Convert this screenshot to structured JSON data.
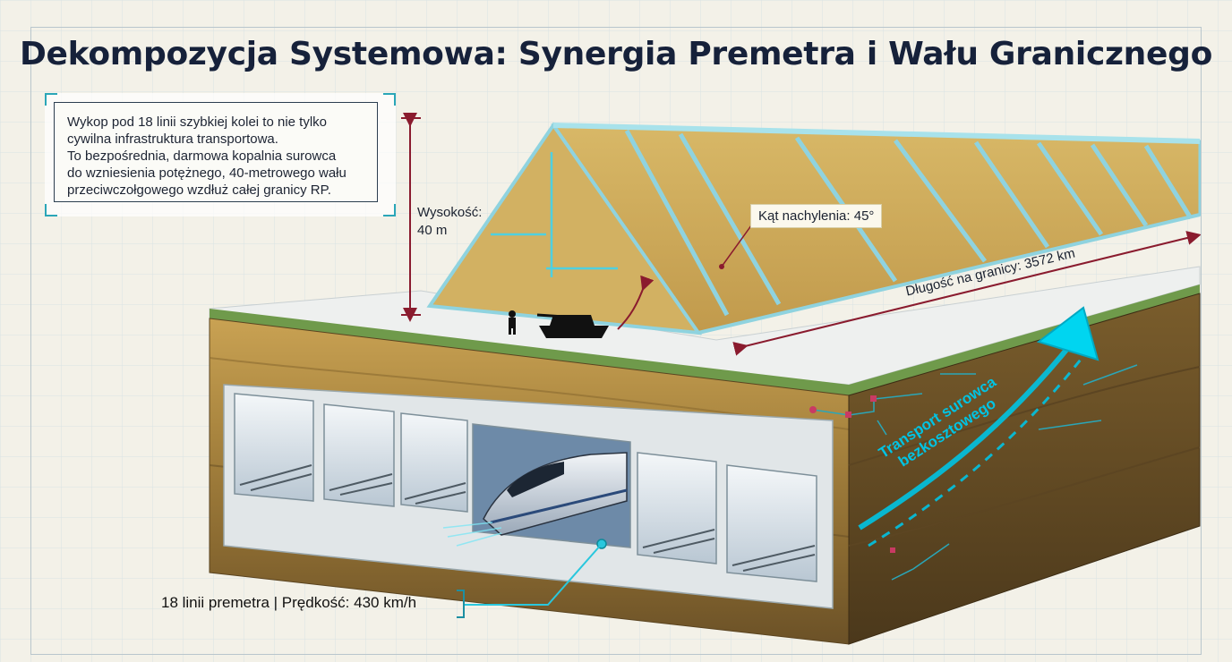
{
  "title": "Dekompozycja Systemowa: Synergia Premetra i Wału Granicznego",
  "intro_lines": [
    "Wykop pod 18 linii szybkiej kolei to nie tylko",
    "cywilna infrastruktura transportowa.",
    "To bezpośrednia, darmowa kopalnia surowca",
    "do wzniesienia potężnego, 40-metrowego wału",
    "przeciwczołgowego wzdłuż całej granicy RP."
  ],
  "height_label": [
    "Wysokość:",
    "40 m"
  ],
  "angle_label": "Kąt nachylenia: 45°",
  "length_label": "Długość na granicy: 3572 km",
  "transport_label": [
    "Transport surowca",
    "bezkosztowego"
  ],
  "rail_label": "18 linii premetra | Prędkość: 430 km/h",
  "colors": {
    "title": "#16213a",
    "soil_top": "#c9a253",
    "soil_mid": "#9a7a3a",
    "soil_dark": "#6b5127",
    "grass": "#6f9a4b",
    "concrete": "#dde3e6",
    "glass_frame": "#8fd3df",
    "accent_cyan": "#00c3e3",
    "dimension_red": "#8a1b2e"
  },
  "icons": [
    "tank-silhouette-icon",
    "soldier-silhouette-icon",
    "train-icon",
    "flow-arrow-icon"
  ]
}
